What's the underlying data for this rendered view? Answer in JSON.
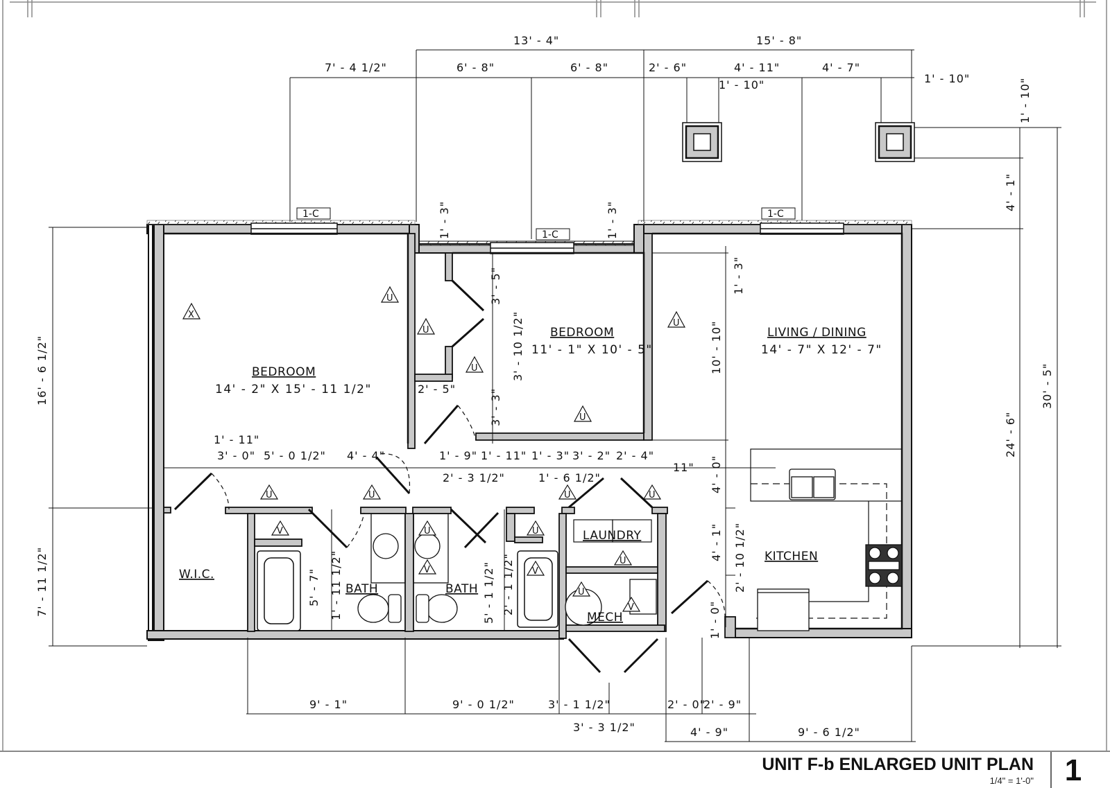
{
  "sheet": {
    "title": "UNIT F-b ENLARGED UNIT PLAN",
    "scale": "1/4\" = 1'-0\"",
    "drawing_number": "1"
  },
  "rooms": {
    "bedroom_1": {
      "name": "BEDROOM",
      "size": "14' - 2\" X 15' - 11 1/2\""
    },
    "bedroom_2": {
      "name": "BEDROOM",
      "size": "11' - 1\" X 10' - 5\""
    },
    "living": {
      "name": "LIVING / DINING",
      "size": "14' - 7\" X 12' - 7\""
    },
    "kitchen": {
      "name": "KITCHEN"
    },
    "wic": {
      "name": "W.I.C."
    },
    "bath_1": {
      "name": "BATH"
    },
    "bath_2": {
      "name": "BATH"
    },
    "laundry": {
      "name": "LAUNDRY"
    },
    "mech": {
      "name": "MECH"
    }
  },
  "window_tags": [
    "1-C",
    "1-C",
    "1-C"
  ],
  "wall_type_tags": {
    "x": "X",
    "u": "U",
    "v": "V"
  },
  "dimensions": {
    "top_overall": [
      "13' - 4\"",
      "15' - 8\""
    ],
    "top_string": [
      "7' - 4 1/2\"",
      "6' - 8\"",
      "6' - 8\"",
      "2' - 6\"",
      "4' - 11\"",
      "4' - 7\""
    ],
    "top_callouts": [
      "1' - 10\"",
      "1' - 10\""
    ],
    "right": [
      "1' - 10\"",
      "4' - 1\"",
      "24' - 6\"",
      "30' - 5\""
    ],
    "left": [
      "16' - 6 1/2\"",
      "7' - 11 1/2\""
    ],
    "bump_outs": [
      "1' - 3\"",
      "1' - 3\""
    ],
    "closet": [
      "3' - 5\"",
      "3' - 10 1/2\"",
      "3' - 3\"",
      "2' - 5\""
    ],
    "living": [
      "1' - 3\"",
      "10' - 10\"",
      "4' - 0\"",
      "4' - 1\"",
      "2' - 10 1/2\"",
      "1' - 0\""
    ],
    "mid_string_upper": [
      "3' - 0\"",
      "5' - 0 1/2\"",
      "4' - 4\"",
      "1' - 9\"",
      "1' - 11\"",
      "1' - 3\"",
      "3' - 2\"",
      "2' - 4\""
    ],
    "mid_string_lower": [
      "1' - 11\"",
      "2' - 3 1/2\"",
      "1' - 6 1/2\"",
      "11\""
    ],
    "bath": [
      "5' - 7\"",
      "1' - 11 1/2\"",
      "5' - 1 1/2\"",
      "2' - 1 1/2\""
    ],
    "bottom_string": [
      "9' - 1\"",
      "9' - 0 1/2\"",
      "3' - 1 1/2\"",
      "2' - 0\"",
      "2' - 9\""
    ],
    "bottom_overall": [
      "3' - 3 1/2\"",
      "4' - 9\"",
      "9' - 6 1/2\""
    ]
  },
  "colors": {
    "wall_fill": "#c8c8c8",
    "line": "#111111",
    "border": "#888888"
  }
}
